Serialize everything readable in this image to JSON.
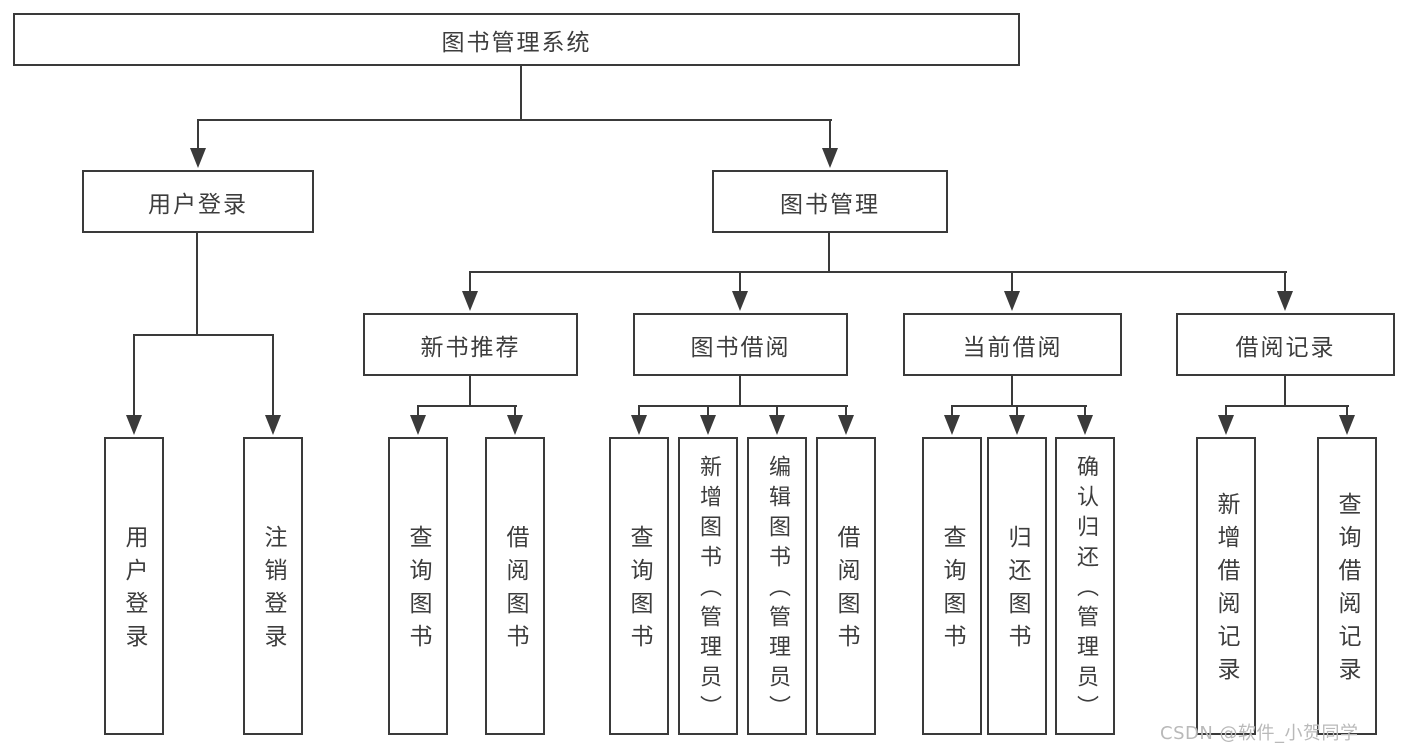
{
  "diagram": {
    "title": "图书管理系统",
    "root": {
      "label": "图书管理系统"
    },
    "level2": [
      {
        "id": "user-login",
        "label": "用户登录"
      },
      {
        "id": "book-management",
        "label": "图书管理"
      }
    ],
    "level3": [
      {
        "id": "new-book-recommend",
        "label": "新书推荐",
        "parent": "图书管理"
      },
      {
        "id": "book-borrow",
        "label": "图书借阅",
        "parent": "图书管理"
      },
      {
        "id": "current-borrow",
        "label": "当前借阅",
        "parent": "图书管理"
      },
      {
        "id": "borrow-record",
        "label": "借阅记录",
        "parent": "图书管理"
      }
    ],
    "leaves": [
      {
        "id": "leaf-user-login",
        "label": "用户登录",
        "parent": "用户登录"
      },
      {
        "id": "leaf-logout",
        "label": "注销登录",
        "parent": "用户登录"
      },
      {
        "id": "leaf-query-book-1",
        "label": "查询图书",
        "parent": "新书推荐"
      },
      {
        "id": "leaf-borrow-book-1",
        "label": "借阅图书",
        "parent": "新书推荐"
      },
      {
        "id": "leaf-query-book-2",
        "label": "查询图书",
        "parent": "图书借阅"
      },
      {
        "id": "leaf-add-book",
        "label": "新增图书（管理员）",
        "parent": "图书借阅"
      },
      {
        "id": "leaf-edit-book",
        "label": "编辑图书（管理员）",
        "parent": "图书借阅"
      },
      {
        "id": "leaf-borrow-book-2",
        "label": "借阅图书",
        "parent": "图书借阅"
      },
      {
        "id": "leaf-query-book-3",
        "label": "查询图书",
        "parent": "当前借阅"
      },
      {
        "id": "leaf-return-book",
        "label": "归还图书",
        "parent": "当前借阅"
      },
      {
        "id": "leaf-confirm-return",
        "label": "确认归还（管理员）",
        "parent": "当前借阅"
      },
      {
        "id": "leaf-add-borrow-record",
        "label": "新增借阅记录",
        "parent": "借阅记录"
      },
      {
        "id": "leaf-query-borrow-record",
        "label": "查询借阅记录",
        "parent": "借阅记录"
      }
    ]
  },
  "watermark": {
    "text": "CSDN @软件_小贺同学",
    "color": "#b9b9b9"
  },
  "colors": {
    "line": "#3a3a3a",
    "text": "#3d3d3d",
    "box_background": "#ffffff",
    "page_background": "#ffffff"
  }
}
